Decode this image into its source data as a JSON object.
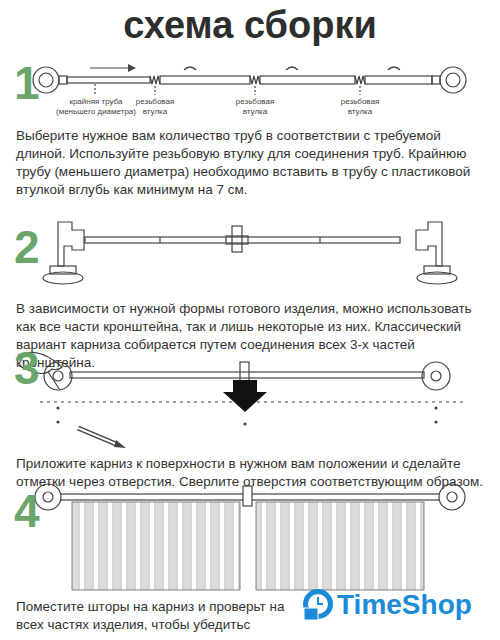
{
  "diagram": {
    "title": "схема сборки",
    "labels": [
      "1",
      "крайняя труба (меньшего диаметра)",
      "резьбовая втулка",
      "резьбовая втулка",
      "резьбовая втулка",
      "Выберите нужное вам количество труб в соответствии с требуемой длиной. Используйте резьбовую втулку для соединения труб. Крайнюю трубу (меньшего диаметра) необходимо вставить в трубу с пластиковой втулкой вглубь как минимум на 7 см.",
      "2",
      "В зависимости от нужной формы готового изделия, можно использовать как все части кронштейна, так и лишь некоторые из них. Классический вариант карниза собирается путем соединения всех 3-х частей кронштейна.",
      "3",
      "Приложите карниз к поверхности в нужном вам положении и сделайте отметки через отверстия. Сверлите отверстия соответствующим образом.",
      "4",
      "Поместите шторы на карниз и проверьт на всех частях изделия, чтобы убедитьс",
      "TimeShop"
    ]
  }
}
